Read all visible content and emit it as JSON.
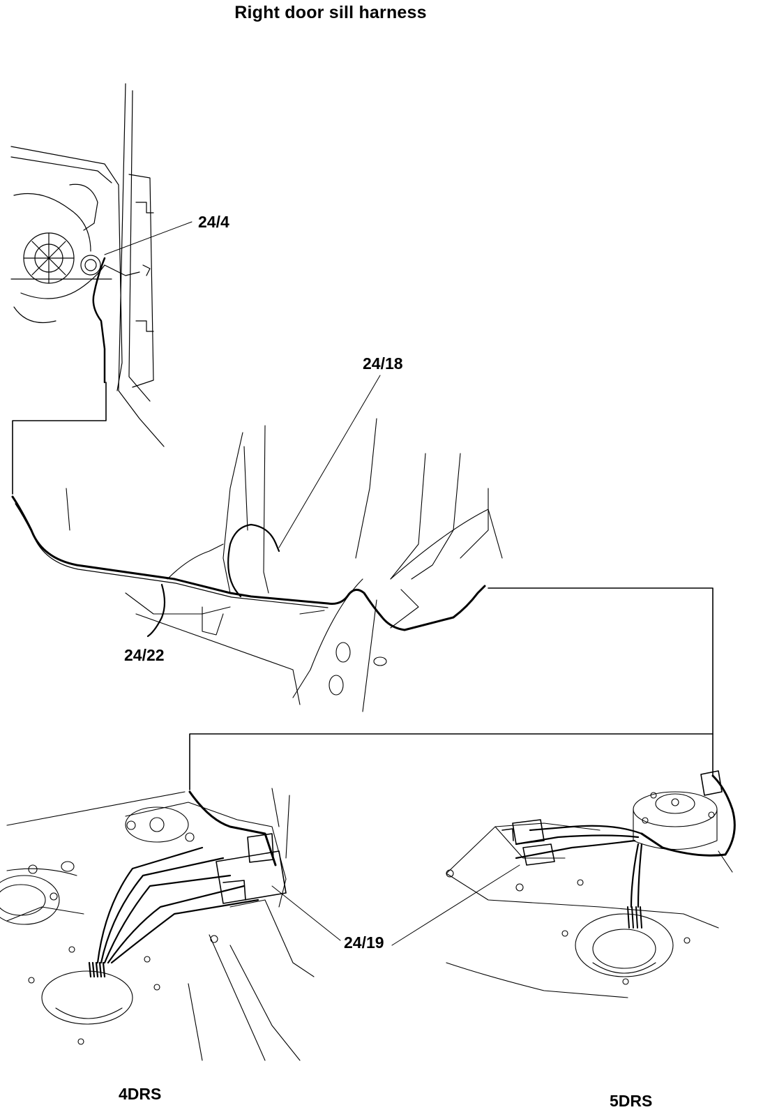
{
  "title": "Right door sill harness",
  "callouts": {
    "c1": "24/4",
    "c2": "24/18",
    "c3": "24/22",
    "c4": "24/19"
  },
  "views": {
    "left": "4DRS",
    "right": "5DRS"
  },
  "colors": {
    "ink": "#000000",
    "paper": "#ffffff"
  }
}
